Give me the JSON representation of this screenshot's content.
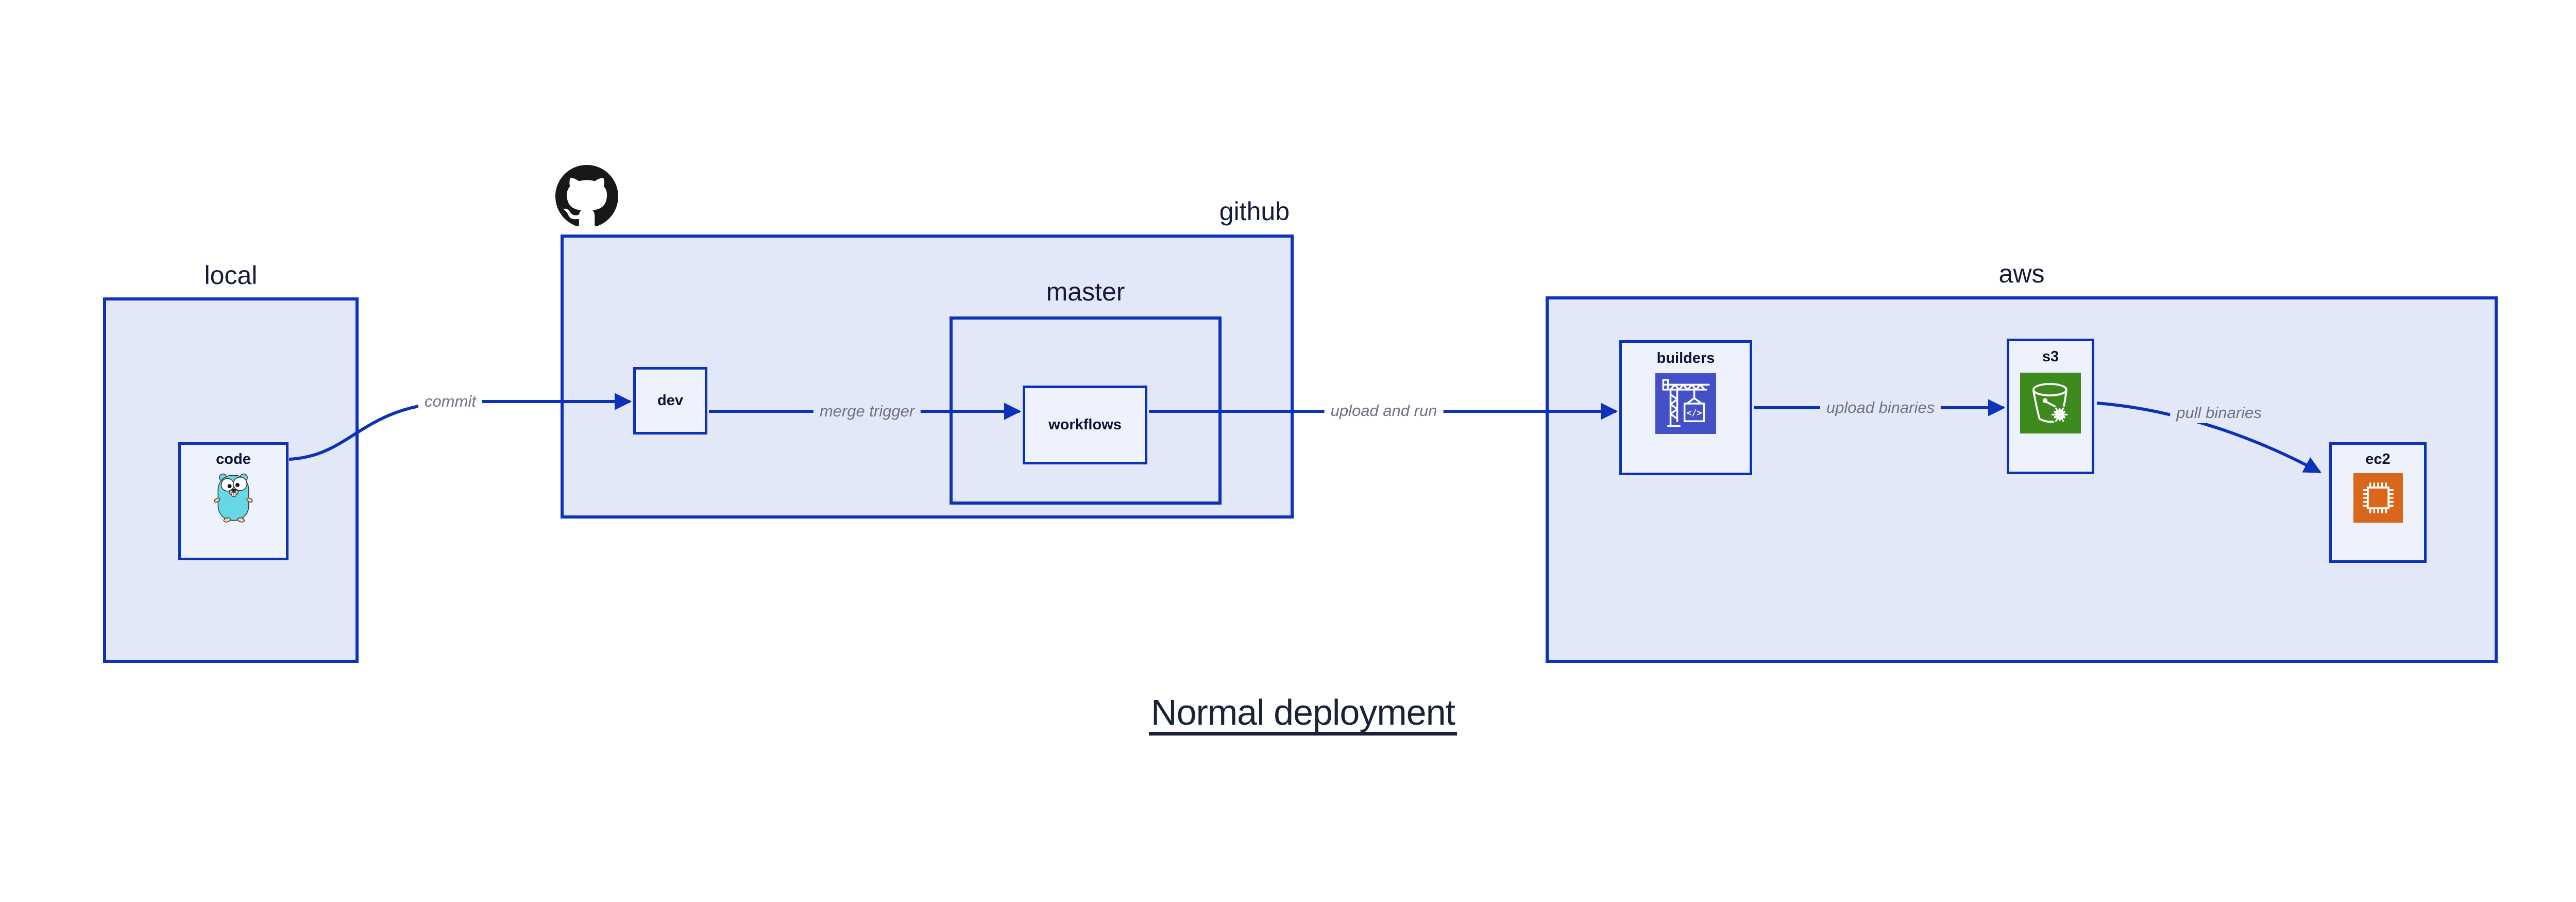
{
  "title": "Normal deployment",
  "clusters": {
    "local": "local",
    "github": "github",
    "master": "master",
    "aws": "aws"
  },
  "nodes": {
    "code": "code",
    "dev": "dev",
    "workflows": "workflows",
    "builders": "builders",
    "s3": "s3",
    "ec2": "ec2"
  },
  "edges": {
    "commit": "commit",
    "merge_trigger": "merge trigger",
    "upload_and_run": "upload and run",
    "upload_binaries": "upload binaries",
    "pull_binaries": "pull binaries"
  },
  "icons": {
    "octocat": "github-octocat-logo",
    "gopher": "go-gopher-mascot",
    "builders": "codebuild-crane",
    "s3": "s3-glacier-bucket-snowflake",
    "ec2": "ec2-chip",
    "builders_glyph": "</>"
  },
  "colors": {
    "edge-blue": "#0d32b8",
    "cluster-fill": "#e3e8f9",
    "node-fill": "#eef2fc",
    "label-navy": "#131b3a",
    "edge-label-gray": "#6e7384",
    "title-color": "#1b2237",
    "octocat-black": "#191717",
    "codebuild-indigo": "#4450c8",
    "s3-green": "#3e8a1f",
    "ec2-orange": "#d9661a",
    "gopher-teal": "#66d7e5",
    "gopher-tan": "#f6d2a2"
  }
}
